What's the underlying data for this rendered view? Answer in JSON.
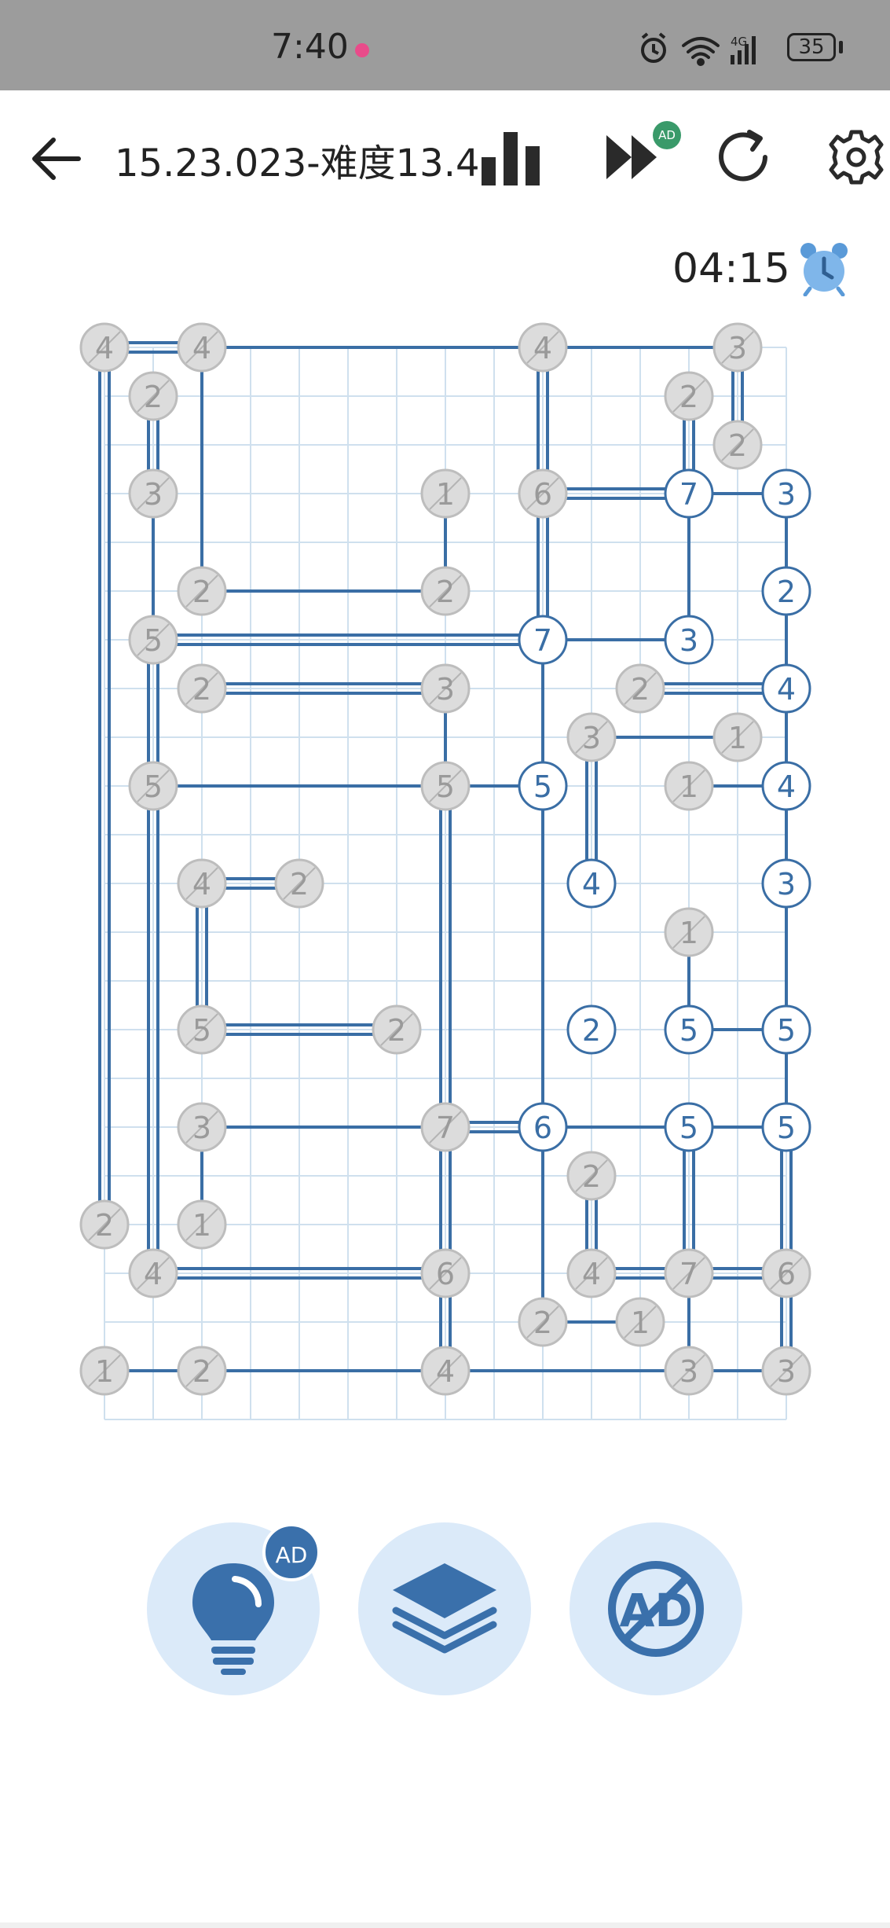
{
  "status_bar": {
    "time": "7:40",
    "battery": "35",
    "network": "4G"
  },
  "toolbar": {
    "back_icon": "arrow-left-icon",
    "title": "15.23.023-难度13.4",
    "stats_icon": "bar-chart-icon",
    "skip_icon": "fast-forward-icon",
    "skip_badge": "AD",
    "restart_icon": "restart-icon",
    "settings_icon": "gear-icon"
  },
  "timer": {
    "value": "04:15",
    "icon": "alarm-clock-icon"
  },
  "colors": {
    "bridge": "#3a6ea5",
    "grid": "#cfe0ee",
    "done_fill": "#dcdcdc",
    "done_text": "#9a9a9a",
    "active_stroke": "#3a6ea5",
    "accent_light": "#dbeaf9",
    "badge_green": "#3a9a6a"
  },
  "puzzle": {
    "grid": {
      "cols": 15,
      "rows": 22
    },
    "islands": [
      {
        "id": "a",
        "c": 0,
        "r": 0,
        "n": "4",
        "done": true
      },
      {
        "id": "b",
        "c": 2,
        "r": 0,
        "n": "4",
        "done": true
      },
      {
        "id": "c",
        "c": 9,
        "r": 0,
        "n": "4",
        "done": true
      },
      {
        "id": "d",
        "c": 13,
        "r": 0,
        "n": "3",
        "done": true
      },
      {
        "id": "e",
        "c": 1,
        "r": 1,
        "n": "2",
        "done": true
      },
      {
        "id": "f",
        "c": 12,
        "r": 1,
        "n": "2",
        "done": true
      },
      {
        "id": "g",
        "c": 13,
        "r": 2,
        "n": "2",
        "done": true
      },
      {
        "id": "h",
        "c": 1,
        "r": 3,
        "n": "3",
        "done": true
      },
      {
        "id": "i",
        "c": 7,
        "r": 3,
        "n": "1",
        "done": true
      },
      {
        "id": "j",
        "c": 9,
        "r": 3,
        "n": "6",
        "done": true
      },
      {
        "id": "k",
        "c": 12,
        "r": 3,
        "n": "7",
        "done": false
      },
      {
        "id": "l",
        "c": 14,
        "r": 3,
        "n": "3",
        "done": false
      },
      {
        "id": "m",
        "c": 2,
        "r": 5,
        "n": "2",
        "done": true
      },
      {
        "id": "n",
        "c": 7,
        "r": 5,
        "n": "2",
        "done": true
      },
      {
        "id": "o",
        "c": 14,
        "r": 5,
        "n": "2",
        "done": false
      },
      {
        "id": "p",
        "c": 1,
        "r": 6,
        "n": "5",
        "done": true
      },
      {
        "id": "q",
        "c": 9,
        "r": 6,
        "n": "7",
        "done": false
      },
      {
        "id": "r",
        "c": 12,
        "r": 6,
        "n": "3",
        "done": false
      },
      {
        "id": "s",
        "c": 2,
        "r": 7,
        "n": "2",
        "done": true
      },
      {
        "id": "t",
        "c": 7,
        "r": 7,
        "n": "3",
        "done": true
      },
      {
        "id": "u",
        "c": 11,
        "r": 7,
        "n": "2",
        "done": true
      },
      {
        "id": "v",
        "c": 14,
        "r": 7,
        "n": "4",
        "done": false
      },
      {
        "id": "w",
        "c": 10,
        "r": 8,
        "n": "3",
        "done": true
      },
      {
        "id": "x",
        "c": 13,
        "r": 8,
        "n": "1",
        "done": true
      },
      {
        "id": "y",
        "c": 1,
        "r": 9,
        "n": "5",
        "done": true
      },
      {
        "id": "z",
        "c": 7,
        "r": 9,
        "n": "5",
        "done": true
      },
      {
        "id": "aa",
        "c": 9,
        "r": 9,
        "n": "5",
        "done": false
      },
      {
        "id": "ab",
        "c": 12,
        "r": 9,
        "n": "1",
        "done": true
      },
      {
        "id": "ac",
        "c": 14,
        "r": 9,
        "n": "4",
        "done": false
      },
      {
        "id": "ad",
        "c": 2,
        "r": 11,
        "n": "4",
        "done": true
      },
      {
        "id": "ae",
        "c": 4,
        "r": 11,
        "n": "2",
        "done": true
      },
      {
        "id": "af",
        "c": 10,
        "r": 11,
        "n": "4",
        "done": false
      },
      {
        "id": "ag",
        "c": 14,
        "r": 11,
        "n": "3",
        "done": false
      },
      {
        "id": "ah",
        "c": 12,
        "r": 12,
        "n": "1",
        "done": true
      },
      {
        "id": "ai",
        "c": 2,
        "r": 14,
        "n": "5",
        "done": true
      },
      {
        "id": "aj",
        "c": 6,
        "r": 14,
        "n": "2",
        "done": true
      },
      {
        "id": "ak",
        "c": 10,
        "r": 14,
        "n": "2",
        "done": false
      },
      {
        "id": "al",
        "c": 12,
        "r": 14,
        "n": "5",
        "done": false
      },
      {
        "id": "am",
        "c": 14,
        "r": 14,
        "n": "5",
        "done": false
      },
      {
        "id": "an",
        "c": 2,
        "r": 16,
        "n": "3",
        "done": true
      },
      {
        "id": "ao",
        "c": 7,
        "r": 16,
        "n": "7",
        "done": true
      },
      {
        "id": "ap",
        "c": 9,
        "r": 16,
        "n": "6",
        "done": false
      },
      {
        "id": "aq",
        "c": 12,
        "r": 16,
        "n": "5",
        "done": false
      },
      {
        "id": "ar",
        "c": 14,
        "r": 16,
        "n": "5",
        "done": false
      },
      {
        "id": "as",
        "c": 10,
        "r": 17,
        "n": "2",
        "done": true
      },
      {
        "id": "at",
        "c": 0,
        "r": 18,
        "n": "2",
        "done": true
      },
      {
        "id": "au",
        "c": 2,
        "r": 18,
        "n": "1",
        "done": true
      },
      {
        "id": "av",
        "c": 1,
        "r": 19,
        "n": "4",
        "done": true
      },
      {
        "id": "aw",
        "c": 7,
        "r": 19,
        "n": "6",
        "done": true
      },
      {
        "id": "ax",
        "c": 10,
        "r": 19,
        "n": "4",
        "done": true
      },
      {
        "id": "ay",
        "c": 12,
        "r": 19,
        "n": "7",
        "done": true
      },
      {
        "id": "az",
        "c": 14,
        "r": 19,
        "n": "6",
        "done": true
      },
      {
        "id": "ba",
        "c": 9,
        "r": 20,
        "n": "2",
        "done": true
      },
      {
        "id": "bb",
        "c": 11,
        "r": 20,
        "n": "1",
        "done": true
      },
      {
        "id": "bc",
        "c": 0,
        "r": 21,
        "n": "1",
        "done": true
      },
      {
        "id": "bd",
        "c": 2,
        "r": 21,
        "n": "2",
        "done": true
      },
      {
        "id": "be",
        "c": 7,
        "r": 21,
        "n": "4",
        "done": true
      },
      {
        "id": "bf",
        "c": 12,
        "r": 21,
        "n": "3",
        "done": true
      },
      {
        "id": "bg",
        "c": 14,
        "r": 21,
        "n": "3",
        "done": true
      }
    ],
    "bridges": [
      [
        "a",
        "b",
        2
      ],
      [
        "a",
        "at",
        2
      ],
      [
        "b",
        "c",
        1
      ],
      [
        "b",
        "m",
        1
      ],
      [
        "c",
        "d",
        1
      ],
      [
        "c",
        "j",
        2
      ],
      [
        "d",
        "g",
        2
      ],
      [
        "e",
        "h",
        2
      ],
      [
        "f",
        "k",
        2
      ],
      [
        "h",
        "p",
        1
      ],
      [
        "i",
        "n",
        1
      ],
      [
        "m",
        "n",
        1
      ],
      [
        "j",
        "k",
        2
      ],
      [
        "j",
        "q",
        2
      ],
      [
        "k",
        "l",
        1
      ],
      [
        "k",
        "r",
        1
      ],
      [
        "l",
        "o",
        1
      ],
      [
        "p",
        "q",
        2
      ],
      [
        "p",
        "y",
        2
      ],
      [
        "q",
        "r",
        1
      ],
      [
        "q",
        "aa",
        1
      ],
      [
        "s",
        "t",
        2
      ],
      [
        "t",
        "z",
        1
      ],
      [
        "u",
        "v",
        2
      ],
      [
        "w",
        "x",
        1
      ],
      [
        "w",
        "af",
        2
      ],
      [
        "o",
        "v",
        1
      ],
      [
        "v",
        "ac",
        1
      ],
      [
        "y",
        "z",
        1
      ],
      [
        "z",
        "aa",
        1
      ],
      [
        "ab",
        "ac",
        1
      ],
      [
        "z",
        "ao",
        2
      ],
      [
        "ad",
        "ae",
        2
      ],
      [
        "ad",
        "ai",
        2
      ],
      [
        "ac",
        "ag",
        1
      ],
      [
        "ah",
        "al",
        1
      ],
      [
        "ai",
        "aj",
        2
      ],
      [
        "al",
        "am",
        1
      ],
      [
        "ag",
        "am",
        1
      ],
      [
        "an",
        "ao",
        1
      ],
      [
        "ao",
        "ap",
        2
      ],
      [
        "aa",
        "ap",
        1
      ],
      [
        "ap",
        "aq",
        1
      ],
      [
        "aq",
        "ar",
        1
      ],
      [
        "am",
        "ar",
        1
      ],
      [
        "an",
        "au",
        1
      ],
      [
        "as",
        "ax",
        2
      ],
      [
        "y",
        "av",
        2
      ],
      [
        "aq",
        "ay",
        2
      ],
      [
        "ar",
        "az",
        2
      ],
      [
        "av",
        "aw",
        2
      ],
      [
        "ao",
        "aw",
        2
      ],
      [
        "ax",
        "ay",
        2
      ],
      [
        "ay",
        "az",
        2
      ],
      [
        "ap",
        "ba",
        1
      ],
      [
        "ba",
        "bb",
        1
      ],
      [
        "aw",
        "be",
        2
      ],
      [
        "ay",
        "bf",
        1
      ],
      [
        "az",
        "bg",
        2
      ],
      [
        "bc",
        "bd",
        1
      ],
      [
        "bd",
        "be",
        1
      ],
      [
        "be",
        "bf",
        1
      ],
      [
        "bf",
        "bg",
        1
      ]
    ]
  },
  "bottom_actions": [
    {
      "name": "hint",
      "icon": "lightbulb-icon",
      "badge": "AD"
    },
    {
      "name": "layers",
      "icon": "layers-icon"
    },
    {
      "name": "remove-ads",
      "icon": "no-ads-icon",
      "label": "AD"
    }
  ]
}
